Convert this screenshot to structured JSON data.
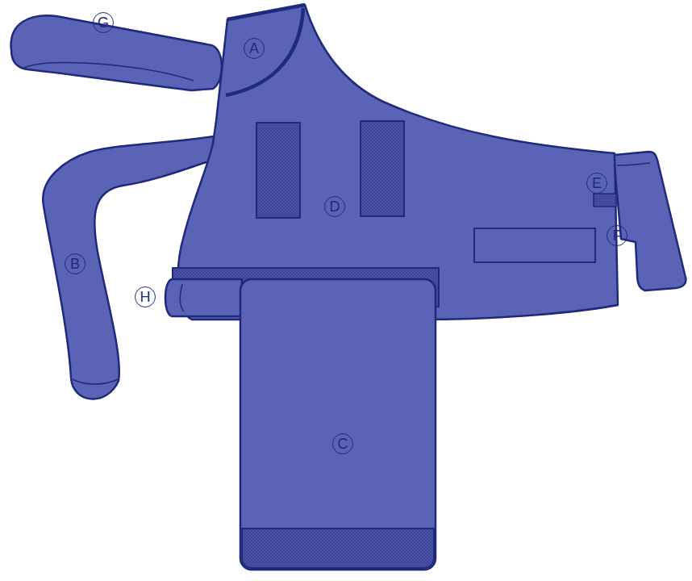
{
  "diagram": {
    "labels": [
      "G",
      "A",
      "E",
      "D",
      "F",
      "B",
      "H",
      "C"
    ]
  }
}
